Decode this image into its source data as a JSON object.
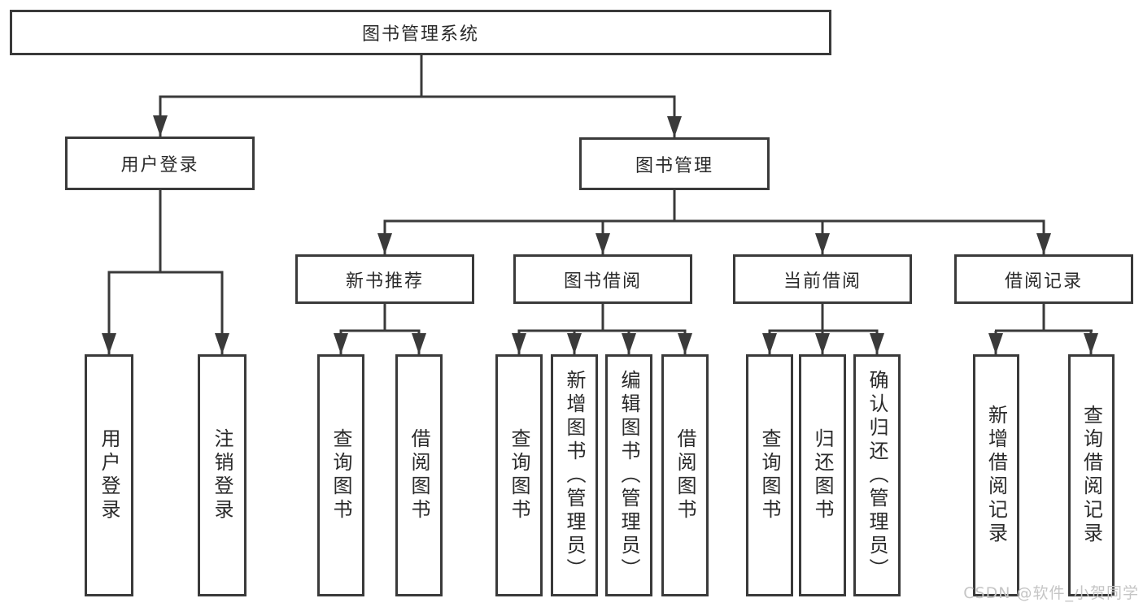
{
  "root": {
    "label": "图书管理系统"
  },
  "branches": {
    "login": {
      "label": "用户登录",
      "children": [
        "用户登录",
        "注销登录"
      ]
    },
    "management": {
      "label": "图书管理"
    }
  },
  "groups": [
    {
      "label": "新书推荐",
      "children": [
        "查询图书",
        "借阅图书"
      ]
    },
    {
      "label": "图书借阅",
      "children": [
        "查询图书",
        "新增图书（管理员）",
        "编辑图书（管理员）",
        "借阅图书"
      ]
    },
    {
      "label": "当前借阅",
      "children": [
        "查询图书",
        "归还图书",
        "确认归还（管理员）"
      ]
    },
    {
      "label": "借阅记录",
      "children": [
        "新增借阅记录",
        "查询借阅记录"
      ]
    }
  ],
  "watermark": "CSDN @软件_小贺同学",
  "colors": {
    "line": "#3a3a3a",
    "text": "#2a2a2a",
    "watermark": "#c5c5c5"
  }
}
